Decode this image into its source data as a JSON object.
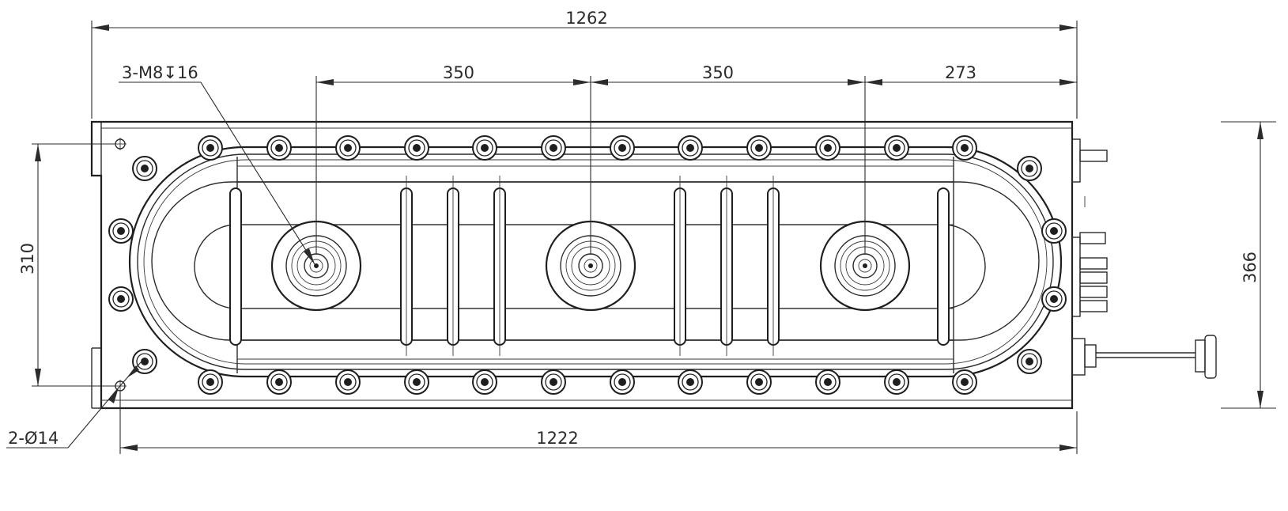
{
  "dimensions": {
    "overall_length": "1262",
    "spacing_1": "350",
    "spacing_2": "350",
    "spacing_end": "273",
    "hole_spacing_length": "1222",
    "hole_spacing_height": "310",
    "overall_height": "366"
  },
  "callouts": {
    "threaded_holes": "3-M8↧16",
    "through_holes": "2-Ø14"
  },
  "colors": {
    "line": "#2b2b2b",
    "background": "#ffffff"
  }
}
